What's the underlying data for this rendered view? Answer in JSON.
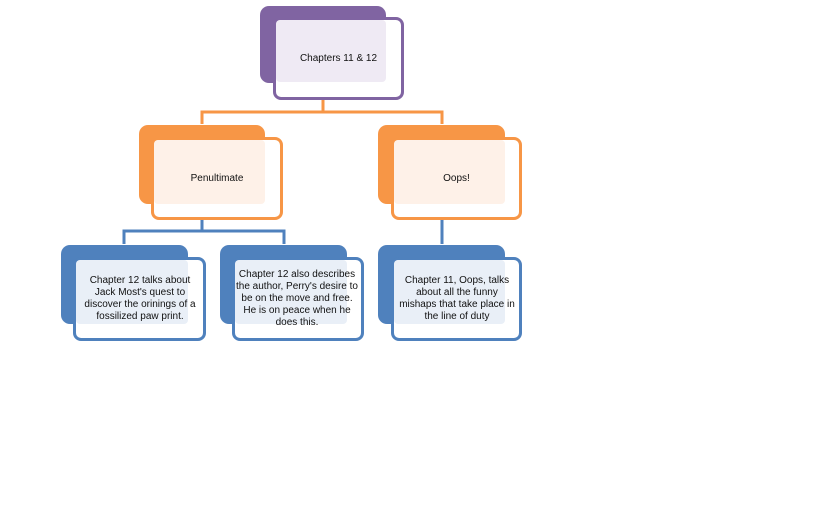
{
  "colors": {
    "purple": "#8064a2",
    "orange": "#f79646",
    "blue": "#4f81bd"
  },
  "diagram": {
    "root": {
      "text": "Chapters 11 & 12"
    },
    "penultimate": {
      "text": "Penultimate"
    },
    "oops": {
      "text": "Oops!"
    },
    "leaf1": {
      "text": "Chapter 12 talks about Jack Most's quest to discover the orinings of a fossilized paw print."
    },
    "leaf2": {
      "text": "Chapter 12 also describes the author, Perry's desire to be on the move and free.  He is on peace when he does this."
    },
    "leaf3": {
      "text": "Chapter 11, Oops, talks about all the funny mishaps that take place in the line of duty"
    }
  }
}
